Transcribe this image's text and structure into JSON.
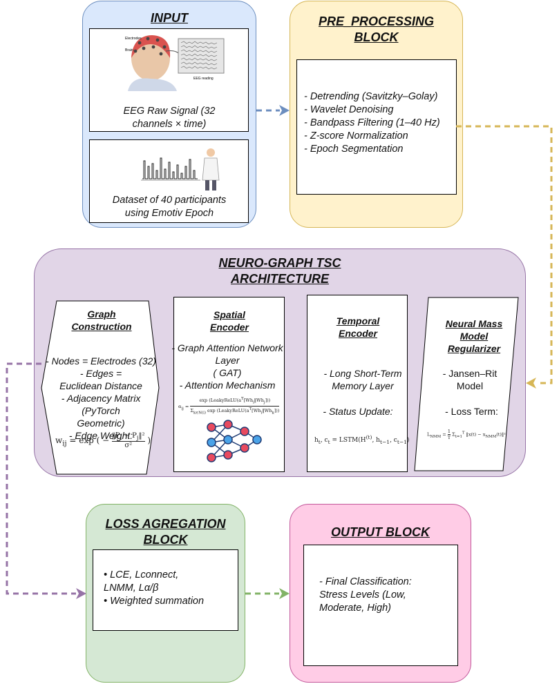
{
  "blocks": {
    "input": {
      "title": "INPUT",
      "raw_signal": "EEG Raw Signal (32 channels × time)",
      "dataset": "Dataset of 40 participants using Emotiv Epoch",
      "figure_labels": {
        "electrodes": "Electrodes",
        "brain": "Brain",
        "eeg_reading": "EEG reading"
      }
    },
    "preprocessing": {
      "title": "PRE_PROCESSING BLOCK",
      "items": [
        "- Detrending (Savitzky–Golay)",
        "- Wavelet Denoising",
        "- Bandpass Filtering (1–40 Hz)",
        "- Z-score Normalization",
        "- Epoch Segmentation"
      ]
    },
    "architecture": {
      "title": "NEURO-GRAPH TSC ARCHITECTURE",
      "graph_construction": {
        "title": "Graph Construction",
        "lines": [
          "- Nodes = Electrodes (32)",
          "- Edges = Euclidean Distance",
          "- Adjacency Matrix (PyTorch Geometric)",
          "- Edge Weight:"
        ]
      },
      "spatial_encoder": {
        "title": "Spatial Encoder",
        "lines": [
          "- Graph Attention Network Layer",
          "( GAT)",
          "- Attention Mechanism"
        ]
      },
      "temporal_encoder": {
        "title": "Temporal Encoder",
        "lines": [
          "- Long Short-Term Memory Layer",
          "- Status Update:"
        ]
      },
      "neural_mass": {
        "title": "Neural Mass Model Regularizer",
        "lines": [
          "- Jansen–Rit Model",
          "- Loss Term:"
        ]
      }
    },
    "loss": {
      "title": "LOSS AGREGATION BLOCK",
      "items": [
        "• LCE, Lconnect, LNMM, Lα/β",
        "• Weighted summation"
      ]
    },
    "output": {
      "title": "OUTPUT BLOCK",
      "text": "- Final Classification: Stress Levels (Low, Moderate, High)"
    }
  },
  "colors": {
    "input_fill": "#dae8fc",
    "input_stroke": "#6c8ebf",
    "pre_fill": "#fff2cc",
    "pre_stroke": "#d6b656",
    "arch_fill": "#e1d5e7",
    "arch_stroke": "#9673a6",
    "loss_fill": "#d5e8d4",
    "loss_stroke": "#82b366",
    "out_fill": "#ffcce6",
    "out_stroke": "#c2579a"
  }
}
